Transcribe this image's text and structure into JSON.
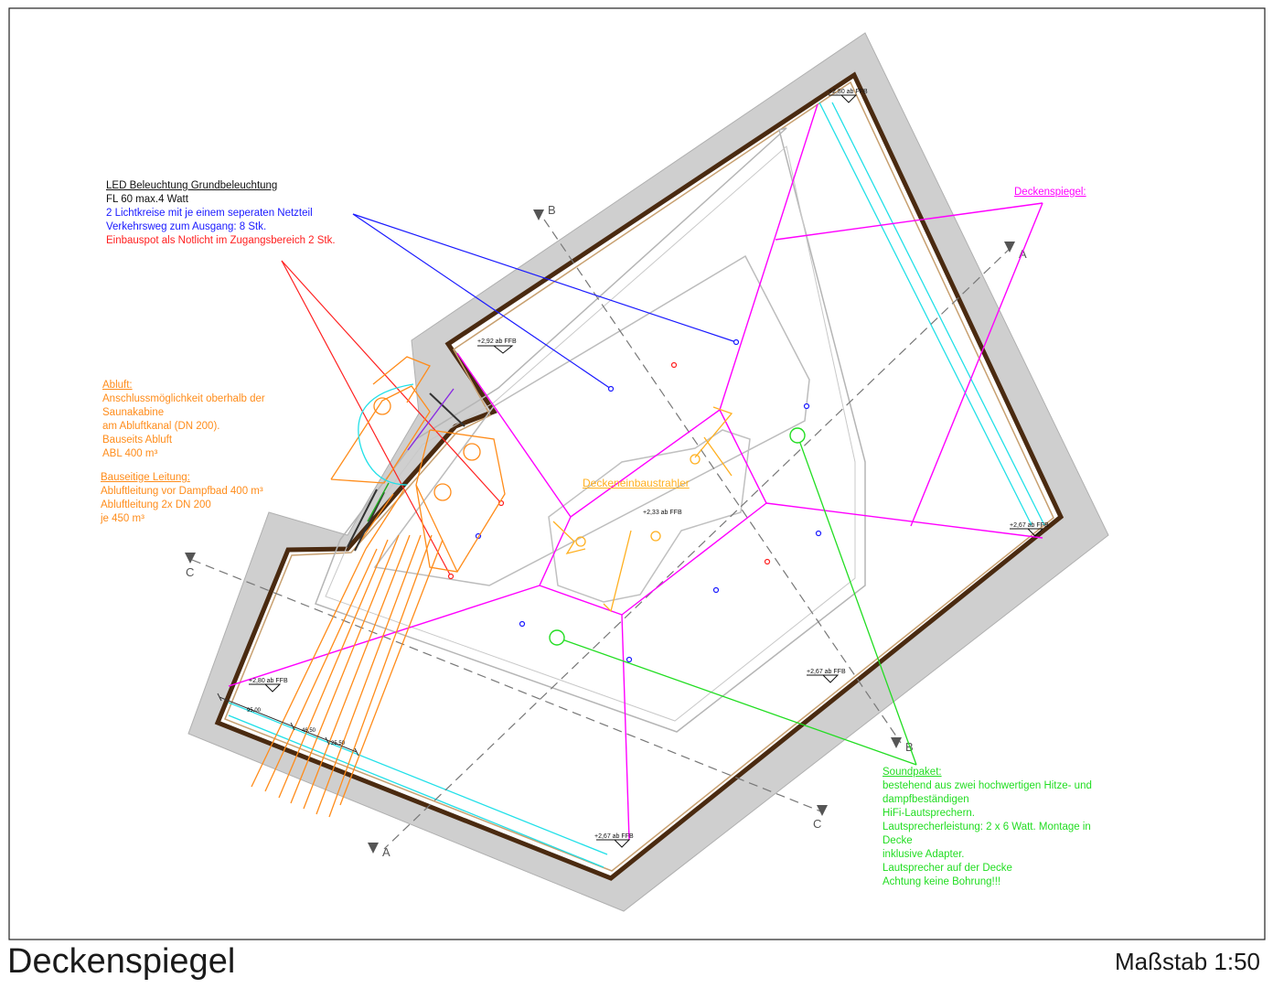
{
  "title": "Deckenspiegel",
  "scale": "Maßstab 1:50",
  "led": {
    "header": "LED Beleuchtung Grundbeleuchtung",
    "line1": "FL 60 max.4 Watt",
    "line2": "2 Lichtkreise mit je einem seperaten Netzteil",
    "line3": "Verkehrsweg zum Ausgang: 8 Stk.",
    "line4": "Einbauspot als Notlicht im Zugangsbereich 2 Stk."
  },
  "abluft": {
    "header": "Abluft:",
    "lines": [
      "Anschlussmöglichkeit oberhalb der",
      "Saunakabine",
      "am Abluftkanal (DN 200).",
      "Bauseits Abluft",
      "ABL 400 m³"
    ]
  },
  "leitung": {
    "header": "Bauseitige Leitung:",
    "lines": [
      "Abluftleitung vor Dampfbad 400 m³",
      "Abluftleitung 2x DN 200",
      "je 450 m³"
    ]
  },
  "deckenspiegel_label": "Deckenspiegel:",
  "einbaustrahler_label": "Deckeneinbaustrahler",
  "sound": {
    "header": "Soundpaket:",
    "lines": [
      "bestehend aus zwei hochwertigen Hitze- und",
      "dampfbeständigen",
      "HiFi-Lautsprechern.",
      "Lautsprecherleistung: 2 x 6 Watt. Montage in",
      "Decke",
      "inklusive Adapter.",
      "Lautsprecher auf der Decke",
      "Achtung keine Bohrung!!!"
    ]
  },
  "levels": {
    "l1": "+2,92 ab FFB",
    "l2": "+2,80 ab FFB",
    "l3": "+2,67 ab FFB",
    "l4": "+2,67 ab FFB",
    "l5": "+2,67 ab FFB",
    "l6": "+2,80 ab FFB",
    "l7": "+2,33 ab FFB"
  },
  "sections": {
    "a": "A",
    "b": "B",
    "c": "C"
  },
  "dims": {
    "d1": "95,00",
    "d2": "46,50",
    "d3": "25,50"
  },
  "colors": {
    "magenta": "#ff00ff",
    "blue": "#1a1aff",
    "red": "#ff2020",
    "orange": "#ff8c1a",
    "yellow": "#ffb020",
    "green": "#22dd22",
    "cyan": "#22e0e8",
    "wall": "#5a3a1a"
  }
}
